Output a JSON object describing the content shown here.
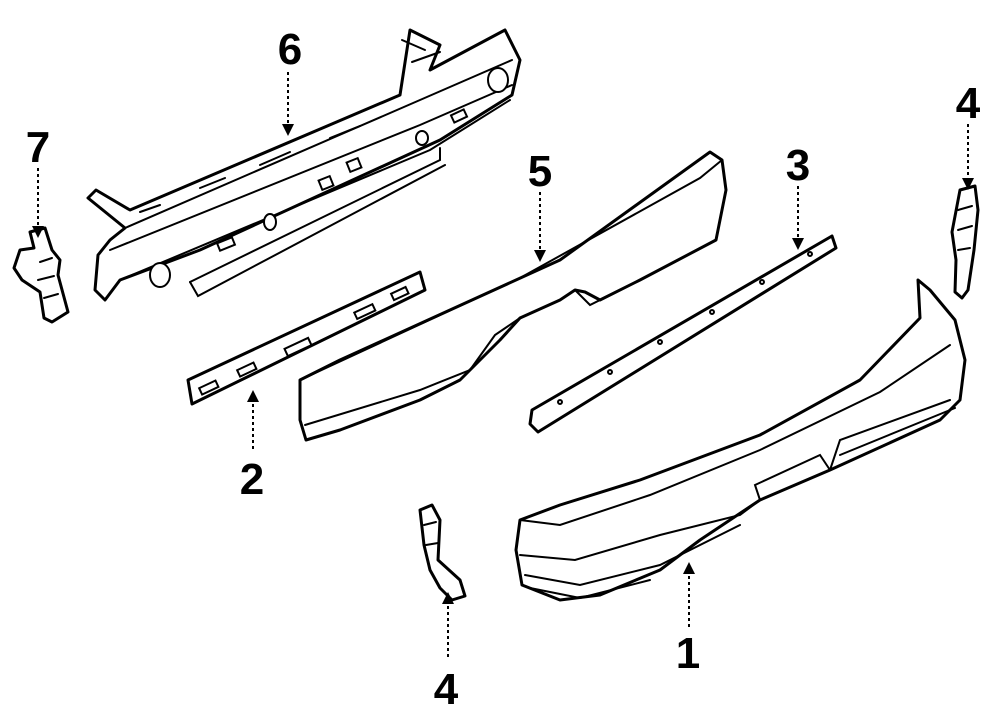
{
  "diagram": {
    "callouts": [
      {
        "id": "callout-1",
        "label": "1"
      },
      {
        "id": "callout-2",
        "label": "2"
      },
      {
        "id": "callout-3",
        "label": "3"
      },
      {
        "id": "callout-4-right",
        "label": "4"
      },
      {
        "id": "callout-4-bottom",
        "label": "4"
      },
      {
        "id": "callout-5",
        "label": "5"
      },
      {
        "id": "callout-6",
        "label": "6"
      },
      {
        "id": "callout-7",
        "label": "7"
      }
    ],
    "colors": {
      "line": "#000000",
      "background": "#ffffff"
    }
  }
}
